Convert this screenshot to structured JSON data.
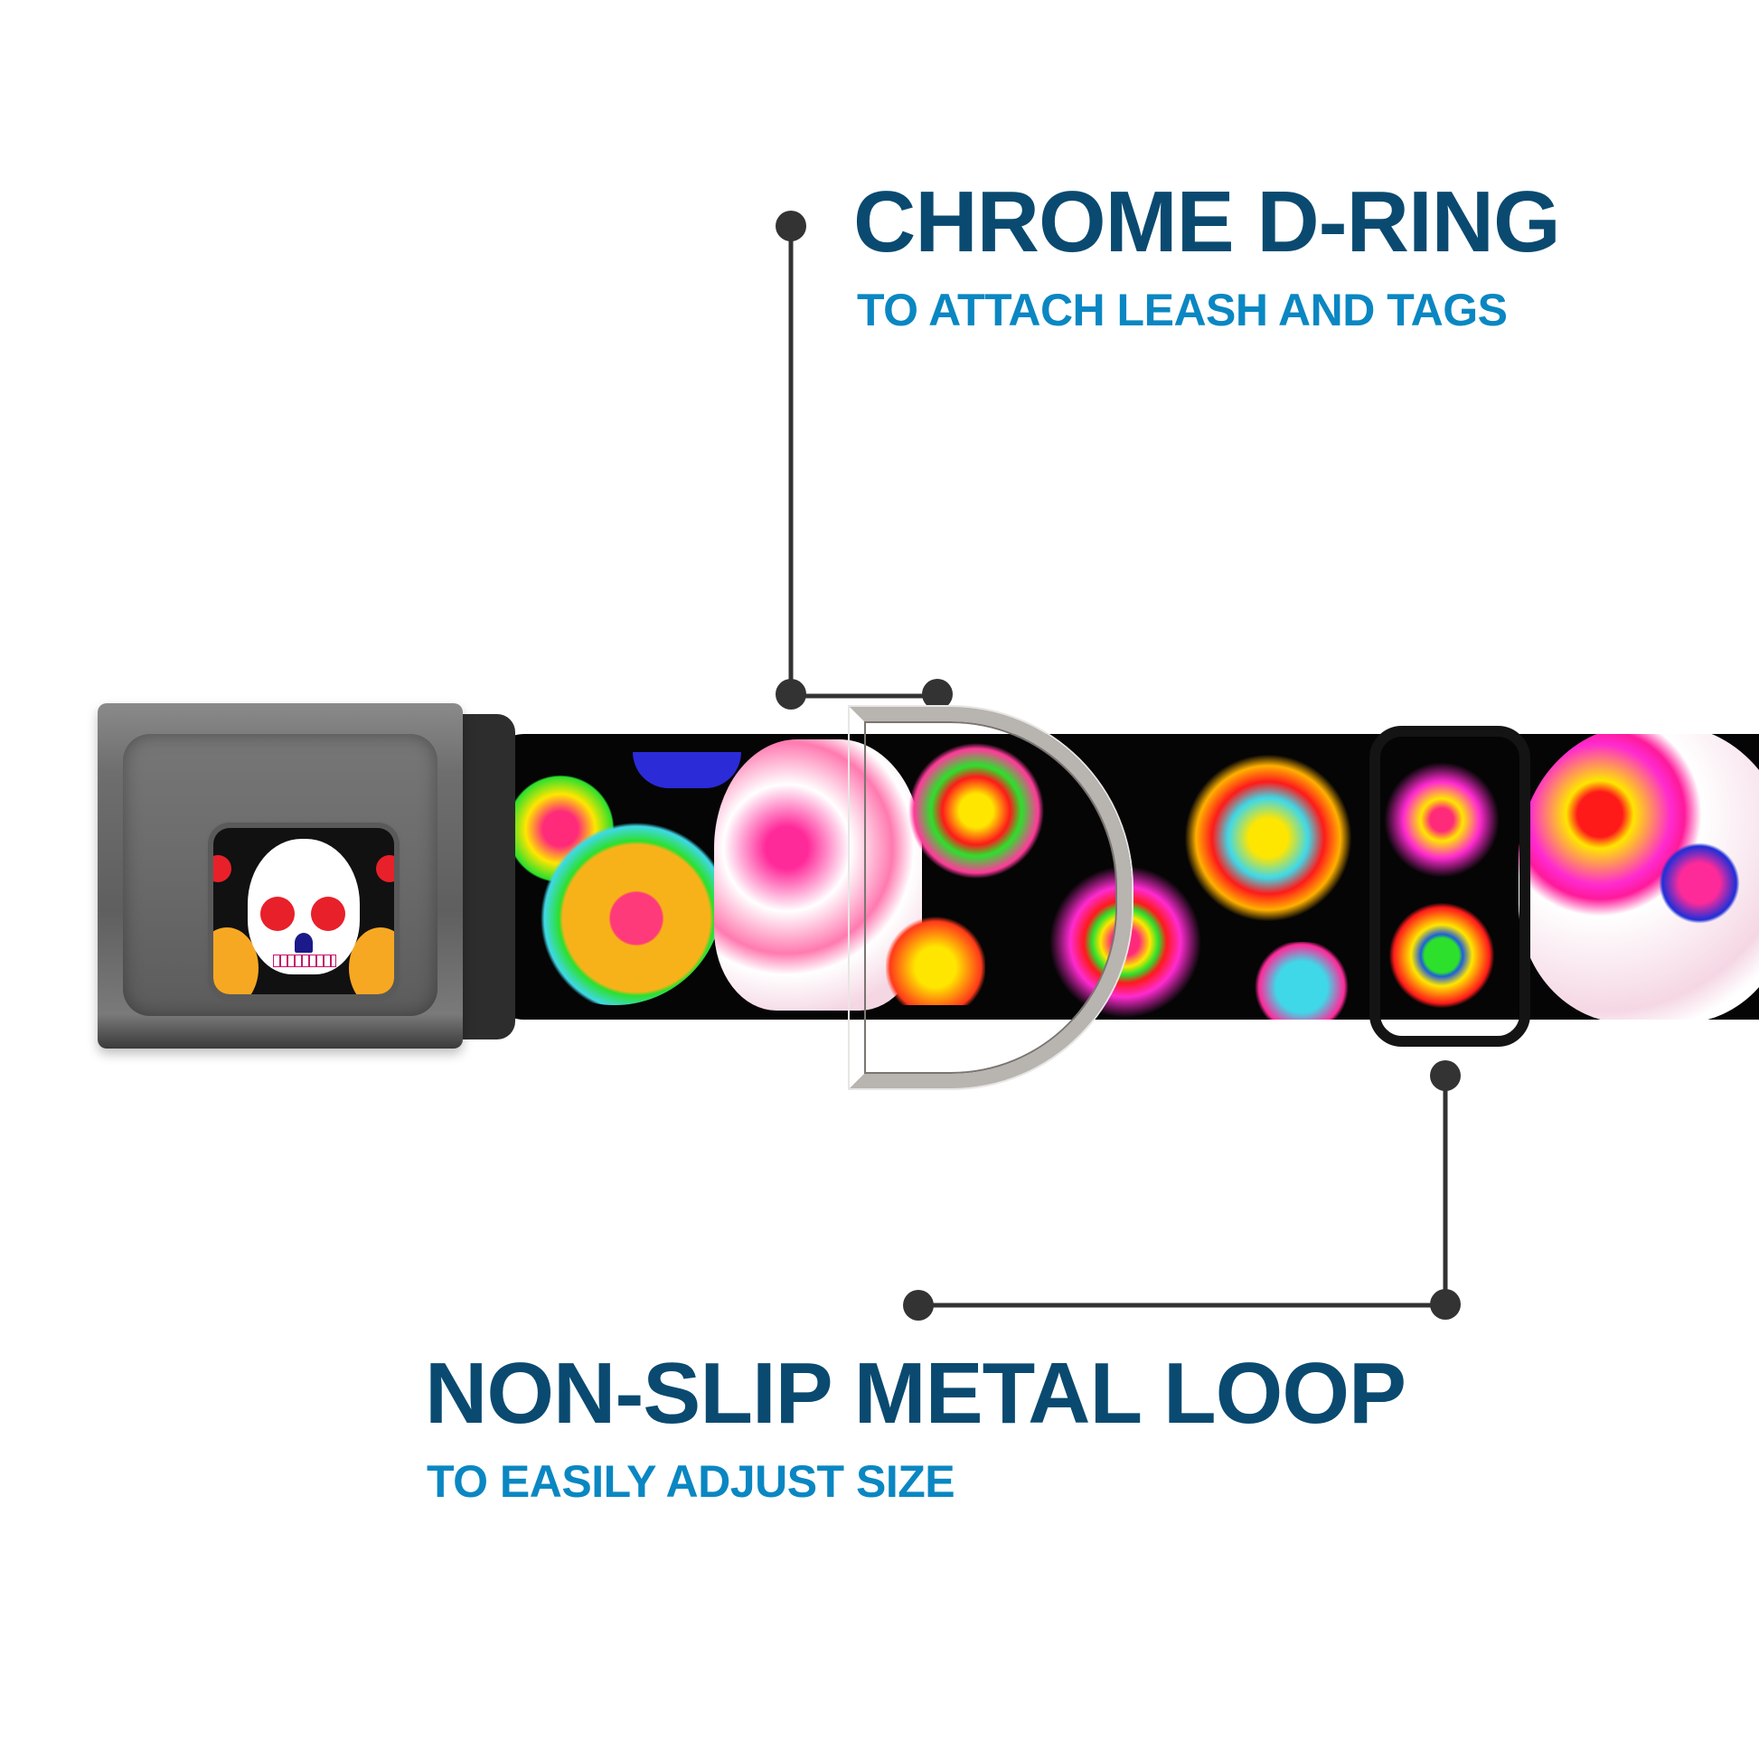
{
  "callouts": [
    {
      "title": "CHROME D-RING",
      "subtitle": "TO ATTACH LEASH AND TAGS"
    },
    {
      "title": "NON-SLIP METAL LOOP",
      "subtitle": "TO EASILY ADJUST SIZE"
    }
  ],
  "colors": {
    "title": "#0a4a70",
    "subtitle": "#0a87c2",
    "connector": "#333333"
  },
  "product": {
    "buckle_icon": "sugar-skull-icon",
    "strap_pattern": "sugar-skull-paisley-pattern",
    "dring_icon": "d-ring-icon",
    "loop_icon": "metal-loop-icon"
  }
}
